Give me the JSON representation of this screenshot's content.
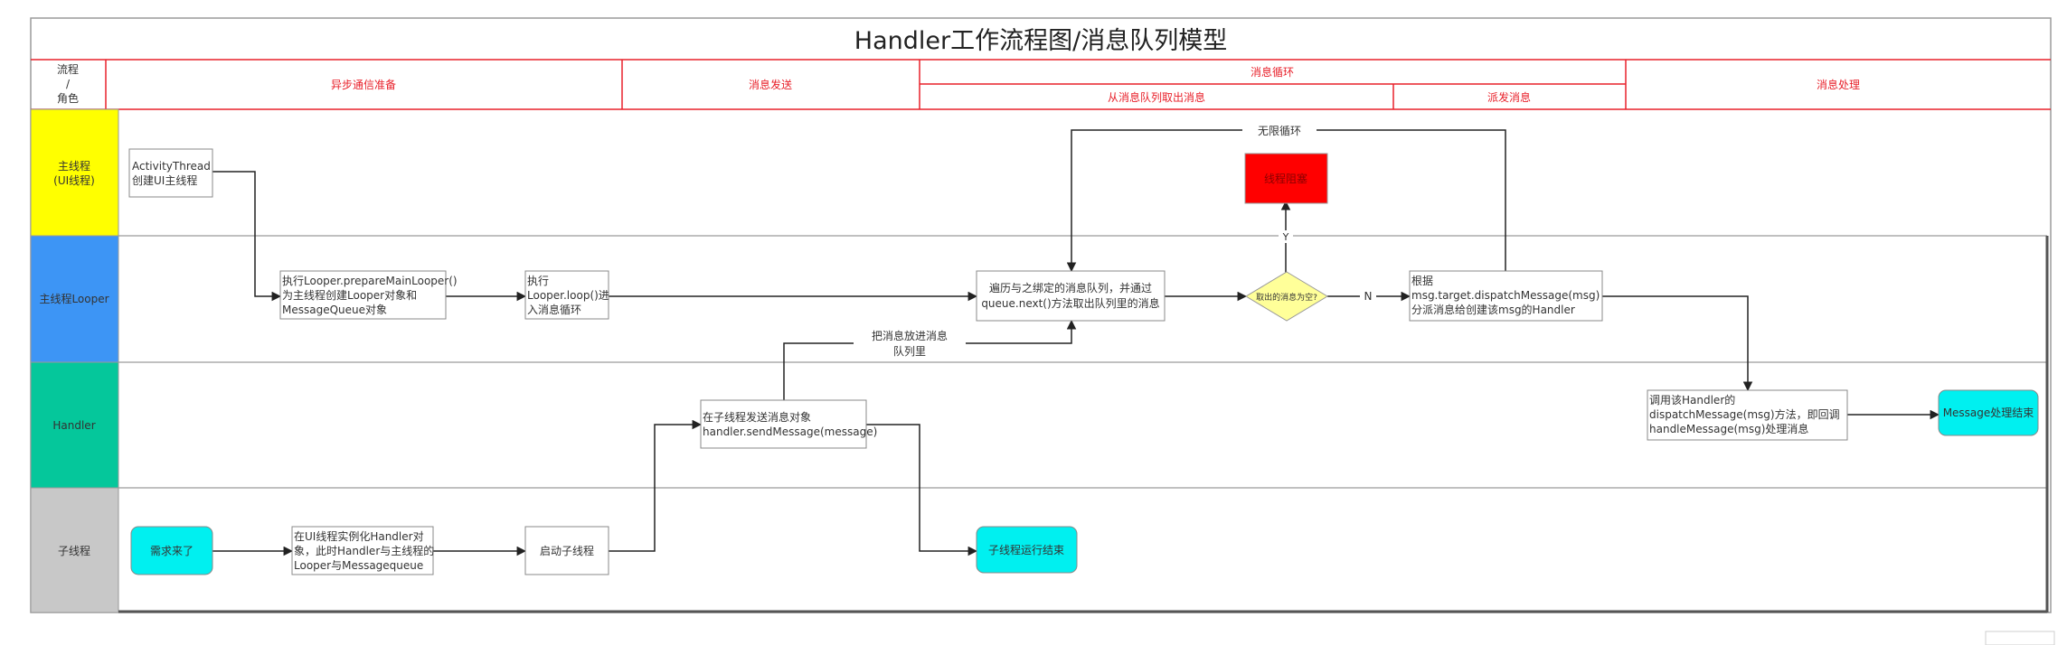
{
  "title": "Handler工作流程图/消息队列模型",
  "header": {
    "corner": {
      "line1": "流程",
      "line2": "/",
      "line3": "角色"
    },
    "async_prep": "异步通信准备",
    "send": "消息发送",
    "loop": "消息循环",
    "dequeue": "从消息队列取出消息",
    "dispatch": "派发消息",
    "handle": "消息处理"
  },
  "lanes": {
    "main": {
      "line1": "主线程",
      "line2": "(UI线程)"
    },
    "looper": "主线程Looper",
    "handler": "Handler",
    "child": "子线程"
  },
  "nodes": {
    "activity_thread": {
      "line1": "ActivityThread",
      "line2": "创建UI主线程"
    },
    "prepare_looper": {
      "line1": "执行Looper.prepareMainLooper()",
      "line2": "为主线程创建Looper对象和",
      "line3": "MessageQueue对象"
    },
    "loop": {
      "line1": "执行",
      "line2": "Looper.loop()进",
      "line3": "入消息循环"
    },
    "traverse": {
      "line1": "遍历与之绑定的消息队列，并通过",
      "line2": "queue.next()方法取出队列里的消息"
    },
    "decision": "取出的消息为空?",
    "blocked": "线程阻塞",
    "dispatch_msg": {
      "line1": "根据",
      "line2": "msg.target.dispatchMessage(msg)",
      "line3": "分派消息给创建该msg的Handler"
    },
    "handler_call": {
      "line1": "调用该Handler的",
      "line2": "dispatchMessage(msg)方法，即回调",
      "line3": "handleMessage(msg)处理消息"
    },
    "msg_end": "Message处理结束",
    "send_msg": {
      "line1": "在子线程发送消息对象",
      "line2": "handler.sendMessage(message)"
    },
    "need": "需求来了",
    "instantiate": {
      "line1": "在UI线程实例化Handler对",
      "line2": "象，此时Handler与主线程的",
      "line3": "Looper与Messagequeue"
    },
    "start_child": "启动子线程",
    "child_end": "子线程运行结束"
  },
  "edge_labels": {
    "infinite_loop": "无限循环",
    "enqueue_line1": "把消息放进消息",
    "enqueue_line2": "队列里",
    "yes": "Y",
    "no": "N"
  },
  "colors": {
    "header_red": "#e8202a",
    "main_lane": "#ffff00",
    "looper_lane": "#3d95f5",
    "handler_lane": "#05c79b",
    "child_lane": "#c8c8c8",
    "terminal": "#00f0f0",
    "blocked": "#ff0000",
    "decision": "#ffff99"
  }
}
